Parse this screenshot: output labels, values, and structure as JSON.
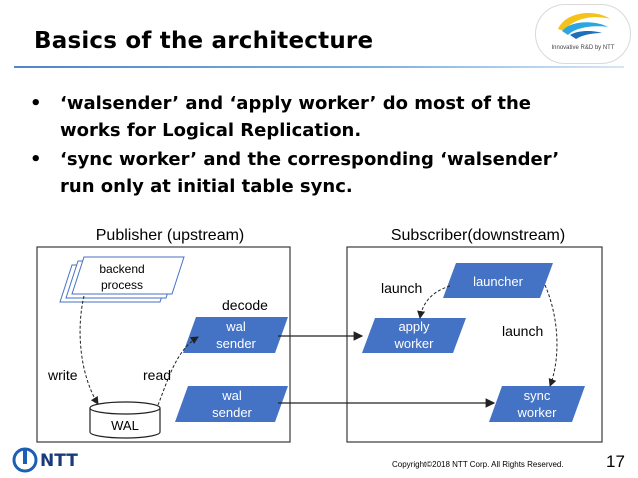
{
  "slide": {
    "title": "Basics of the architecture",
    "logo_caption": "Innovative R&D by NTT",
    "footer_brand": "NTT",
    "copyright": "Copyright©2018  NTT Corp. All Rights Reserved.",
    "page_number": "17"
  },
  "bullets": [
    {
      "marker": "•",
      "lines": [
        "‘walsender’ and ‘apply worker’ do most of the",
        "works for Logical Replication."
      ]
    },
    {
      "marker": "•",
      "lines": [
        "‘sync worker’ and the corresponding ‘walsender’",
        "run only at initial table sync."
      ]
    }
  ],
  "diagram": {
    "publisher_label": "Publisher (upstream)",
    "subscriber_label": "Subscriber(downstream)",
    "nodes": {
      "backend_process": [
        "backend",
        "process"
      ],
      "wal_sender_1": [
        "wal",
        "sender"
      ],
      "wal_sender_2": [
        "wal",
        "sender"
      ],
      "wal_store": "WAL",
      "launcher": "launcher",
      "apply_worker": [
        "apply",
        "worker"
      ],
      "sync_worker": [
        "sync",
        "worker"
      ]
    },
    "edge_labels": {
      "write": "write",
      "read": "read",
      "decode": "decode",
      "launch_apply": "launch",
      "launch_sync": "launch"
    },
    "colors": {
      "node_fill": "#4472c4",
      "node_text": "#ffffff",
      "box_border": "#3a3a3a",
      "title_rule": "#4f86c6",
      "brand": "#1a3a7a"
    }
  }
}
